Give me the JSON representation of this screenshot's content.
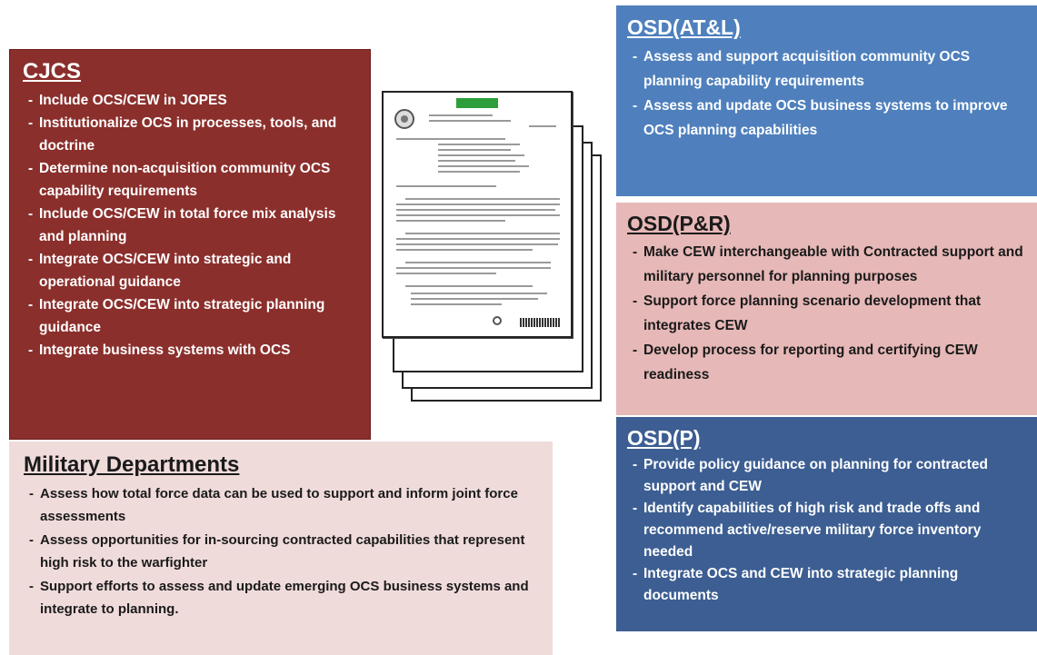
{
  "cjcs": {
    "title": "CJCS",
    "items": [
      "Include OCS/CEW in JOPES",
      "Institutionalize OCS in processes, tools, and doctrine",
      "Determine non-acquisition community OCS capability requirements",
      "Include OCS/CEW in total force mix analysis and planning",
      "Integrate OCS/CEW into strategic and operational guidance",
      "Integrate OCS/CEW into strategic planning guidance",
      "Integrate business systems with OCS"
    ]
  },
  "osd_atl": {
    "title": "OSD(AT&L)",
    "items": [
      "Assess and support acquisition community OCS planning capability requirements",
      "Assess and update OCS business systems to improve OCS planning capabilities"
    ]
  },
  "osd_pr": {
    "title": "OSD(P&R)",
    "items": [
      "Make CEW interchangeable with Contracted support and military personnel for planning purposes",
      "Support force planning scenario development that integrates CEW",
      "Develop process for reporting and certifying CEW readiness"
    ]
  },
  "osd_p": {
    "title": "OSD(P)",
    "items": [
      "Provide policy guidance on planning for contracted support and CEW",
      "Identify capabilities of high risk and trade offs and recommend active/reserve military force inventory needed",
      "Integrate OCS and CEW into strategic planning documents"
    ]
  },
  "military_departments": {
    "title": "Military Departments",
    "items": [
      "Assess how total force data can be used to support and inform joint force assessments",
      "Assess opportunities for in-sourcing contracted capabilities that represent high risk to the warfighter",
      "Support efforts to assess and update emerging OCS business systems and integrate to planning."
    ]
  },
  "colors": {
    "cjcs_bg": "#8b2f2c",
    "osd_atl_bg": "#4f80bd",
    "osd_pr_bg": "#e6b8b7",
    "osd_p_bg": "#3c5e92",
    "military_departments_bg": "#f0dbdb"
  },
  "illustration": {
    "icon": "document-stack-icon"
  }
}
